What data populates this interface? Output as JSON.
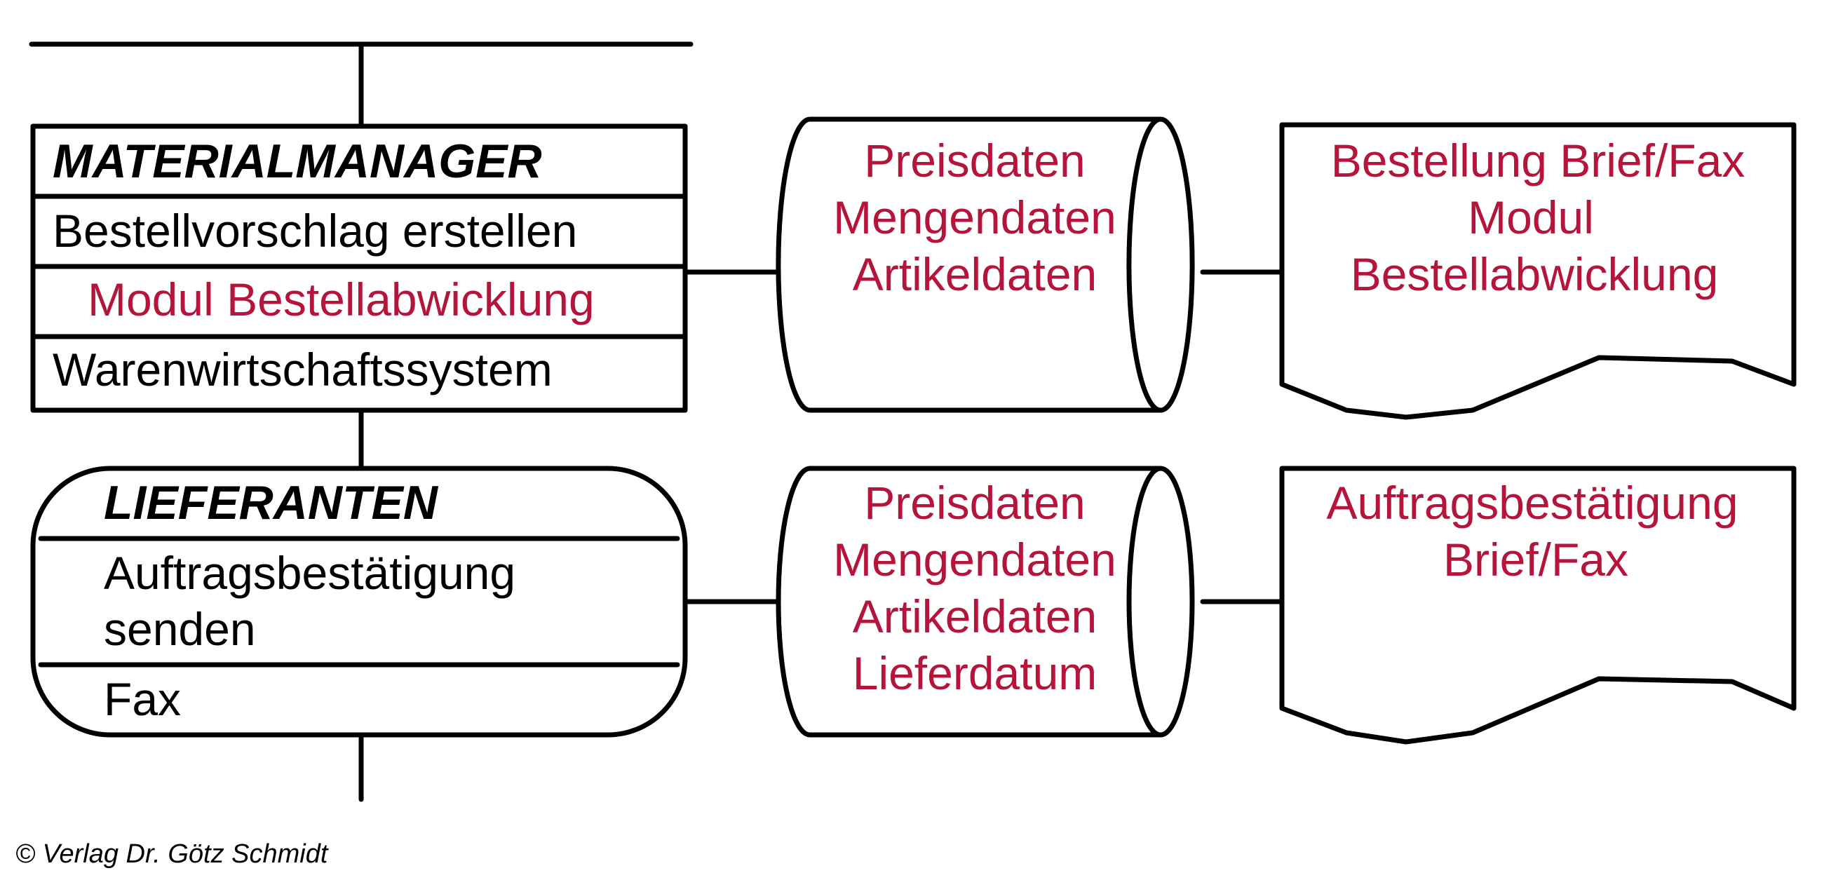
{
  "colors": {
    "outline": "#000000",
    "red_text": "#b5153b",
    "background": "#ffffff"
  },
  "function_block": {
    "title": "MATERIALMANAGER",
    "function": "Bestellvorschlag erstellen",
    "module": "Modul Bestellabwicklung",
    "system": "Warenwirtschaftssystem"
  },
  "supplier_block": {
    "title": "LIEFERANTEN",
    "function_line1": "Auftragsbestätigung",
    "function_line2": "senden",
    "medium": "Fax"
  },
  "data_store_1": {
    "lines": [
      "Preisdaten",
      "Mengendaten",
      "Artikeldaten"
    ]
  },
  "data_store_2": {
    "lines": [
      "Preisdaten",
      "Mengendaten",
      "Artikeldaten",
      "Lieferdatum"
    ]
  },
  "document_1": {
    "lines": [
      "Bestellung Brief/Fax",
      "Modul",
      "Bestellabwicklung"
    ]
  },
  "document_2": {
    "lines": [
      "Auftragsbestätigung",
      "Brief/Fax"
    ]
  },
  "footer": {
    "copyright": "© Verlag Dr. Götz Schmidt"
  }
}
